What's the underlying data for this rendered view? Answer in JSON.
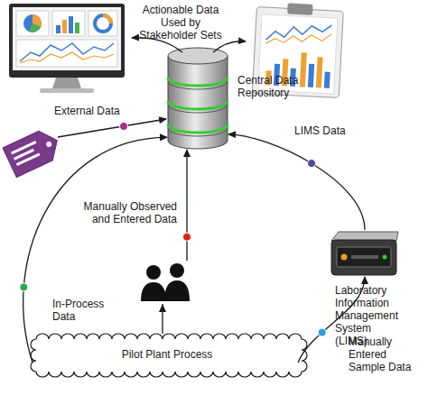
{
  "diagram": {
    "nodes": [
      {
        "text": [
          "Central Data Repository"
        ]
      },
      {
        "text": [
          "Laboratory Information Management System (LIMS)"
        ]
      },
      {
        "text": [
          "Pilot Plant Process"
        ]
      }
    ],
    "edges": [
      {
        "from": 2,
        "to": 0,
        "arrow": "to",
        "label": "In-Process Data"
      },
      {
        "from": 2,
        "to": 0,
        "arrow": "to",
        "label": "Manually Observed and Entered Data"
      },
      {
        "from": 2,
        "to": 1,
        "arrow": "to",
        "label": "Manually Entered Sample Data"
      },
      {
        "from": 1,
        "to": 0,
        "arrow": "to",
        "label": "LIMS Data"
      }
    ],
    "labels": [
      "Actionable Data Used by Stakeholder Sets",
      "External Data"
    ]
  }
}
